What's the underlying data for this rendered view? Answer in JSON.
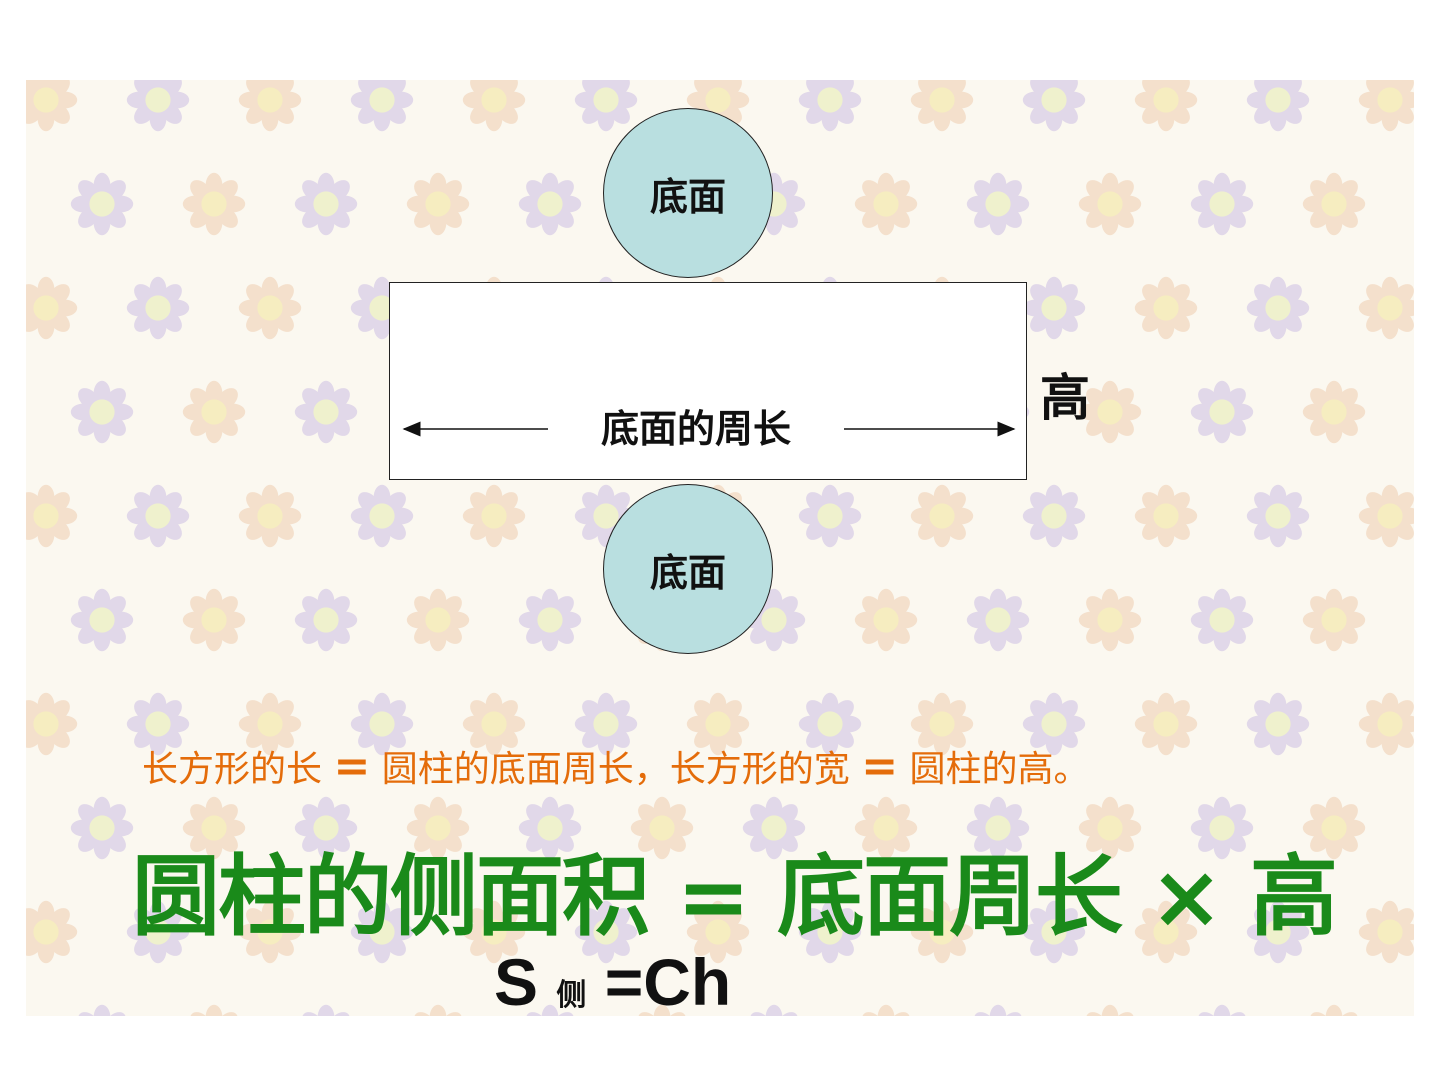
{
  "diagram": {
    "top_circle_label": "底面",
    "bottom_circle_label": "底面",
    "rectangle_width_label": "底面的周长",
    "rectangle_height_label": "高"
  },
  "relation": {
    "part1": "长方形的长 ",
    "eq1": "=",
    "part2": " 圆柱的底面周长，长方形的宽 ",
    "eq2": "=",
    "part3": " 圆柱的高。"
  },
  "formula": {
    "text": "圆柱的侧面积 = 底面周长 × 高",
    "symbol_s": "S ",
    "symbol_sub": "侧",
    "symbol_rest": " =Ch"
  },
  "colors": {
    "circle_fill": "#b9dfe0",
    "relation_text": "#e46c0a",
    "formula_text": "#1a8a1a",
    "pattern_background": "#fbf8f0"
  }
}
